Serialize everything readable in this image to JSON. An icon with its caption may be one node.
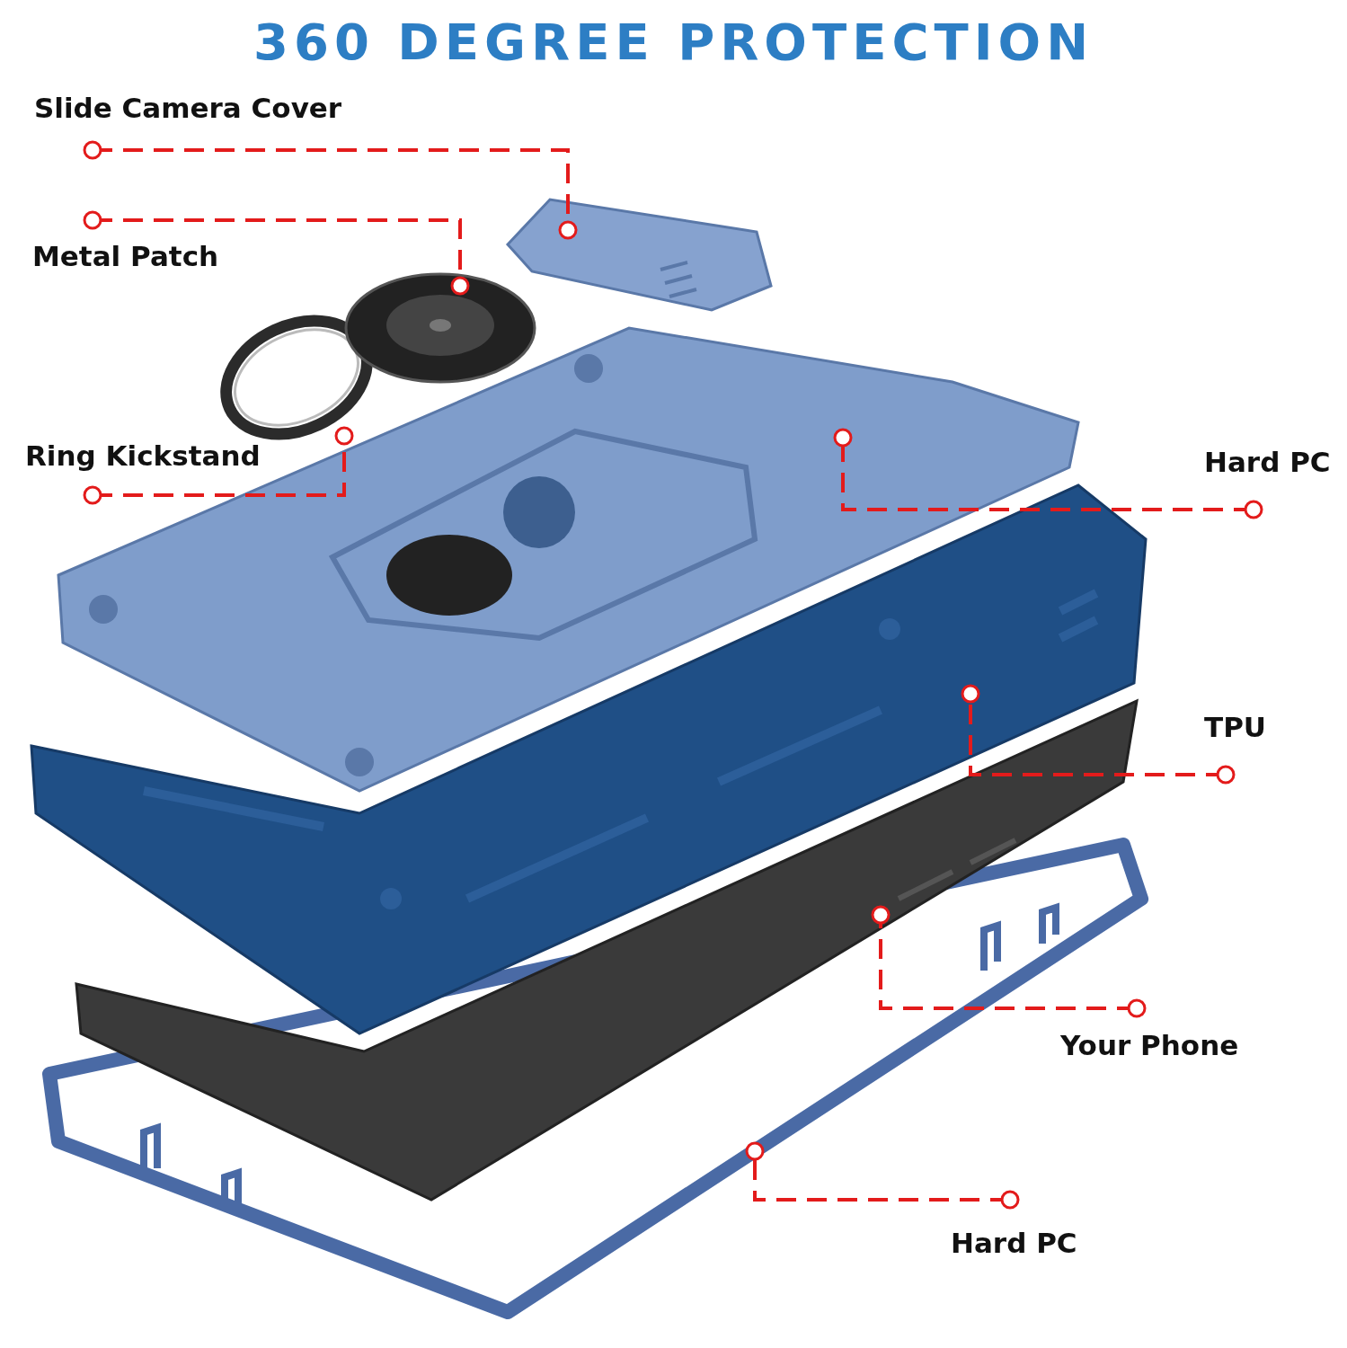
{
  "diagram": {
    "title": "360 DEGREE PROTECTION",
    "nodes": [
      {
        "text": [
          "Slide Camera Cover"
        ]
      },
      {
        "text": [
          "Metal Patch"
        ]
      },
      {
        "text": [
          "Ring Kickstand"
        ]
      },
      {
        "text": [
          "Hard PC"
        ]
      },
      {
        "text": [
          "TPU"
        ]
      },
      {
        "text": [
          "Your Phone"
        ]
      },
      {
        "text": [
          "Hard PC"
        ]
      },
      {
        "text": [],
        "shape": "picture"
      },
      {
        "text": [],
        "shape": "picture"
      },
      {
        "text": [],
        "shape": "picture"
      },
      {
        "text": [],
        "shape": "picture"
      },
      {
        "text": [],
        "shape": "picture"
      },
      {
        "text": [],
        "shape": "picture"
      },
      {
        "text": [],
        "shape": "picture"
      }
    ],
    "edges": [
      {
        "from": 0,
        "to": 7,
        "arrow": "other",
        "style": "dashed"
      },
      {
        "from": 1,
        "to": 8,
        "arrow": "other",
        "style": "dashed"
      },
      {
        "from": 2,
        "to": 9,
        "arrow": "other",
        "style": "dashed"
      },
      {
        "from": 3,
        "to": 10,
        "arrow": "other",
        "style": "dashed"
      },
      {
        "from": 4,
        "to": 11,
        "arrow": "other",
        "style": "dashed"
      },
      {
        "from": 5,
        "to": 12,
        "arrow": "other",
        "style": "dashed"
      },
      {
        "from": 6,
        "to": 13,
        "arrow": "other",
        "style": "dashed"
      }
    ]
  }
}
